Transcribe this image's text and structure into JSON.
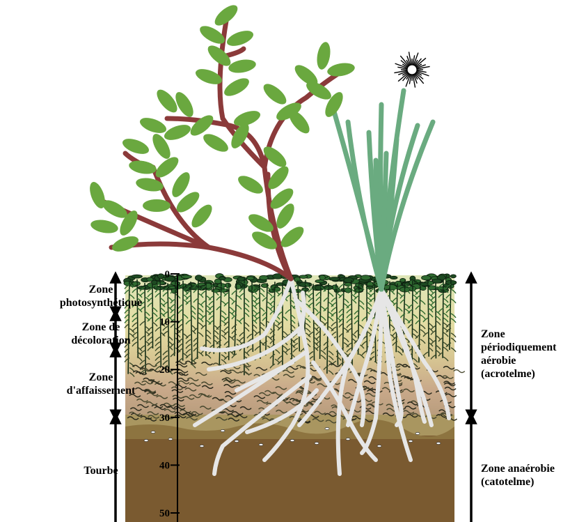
{
  "diagram": {
    "scale_ticks": [
      "0",
      "10",
      "20",
      "30",
      "40",
      "50"
    ],
    "left_zones": [
      {
        "label": "Zone\nphotosynthétique"
      },
      {
        "label": "Zone de\ndécoloration"
      },
      {
        "label": "Zone\nd'affaissement"
      },
      {
        "label": "Tourbe"
      }
    ],
    "right_zones": [
      {
        "label": "Zone\npériodiquement\naérobie\n(acrotelme)"
      },
      {
        "label": "Zone anaérobie\n(catotelme)"
      }
    ]
  },
  "colors": {
    "stem": "#8b3a3a",
    "leaf": "#6aa83f",
    "grass": "#6aab80",
    "root": "#e8e8e8",
    "peat": "#7a5a30",
    "moss": "#0f2a14"
  }
}
